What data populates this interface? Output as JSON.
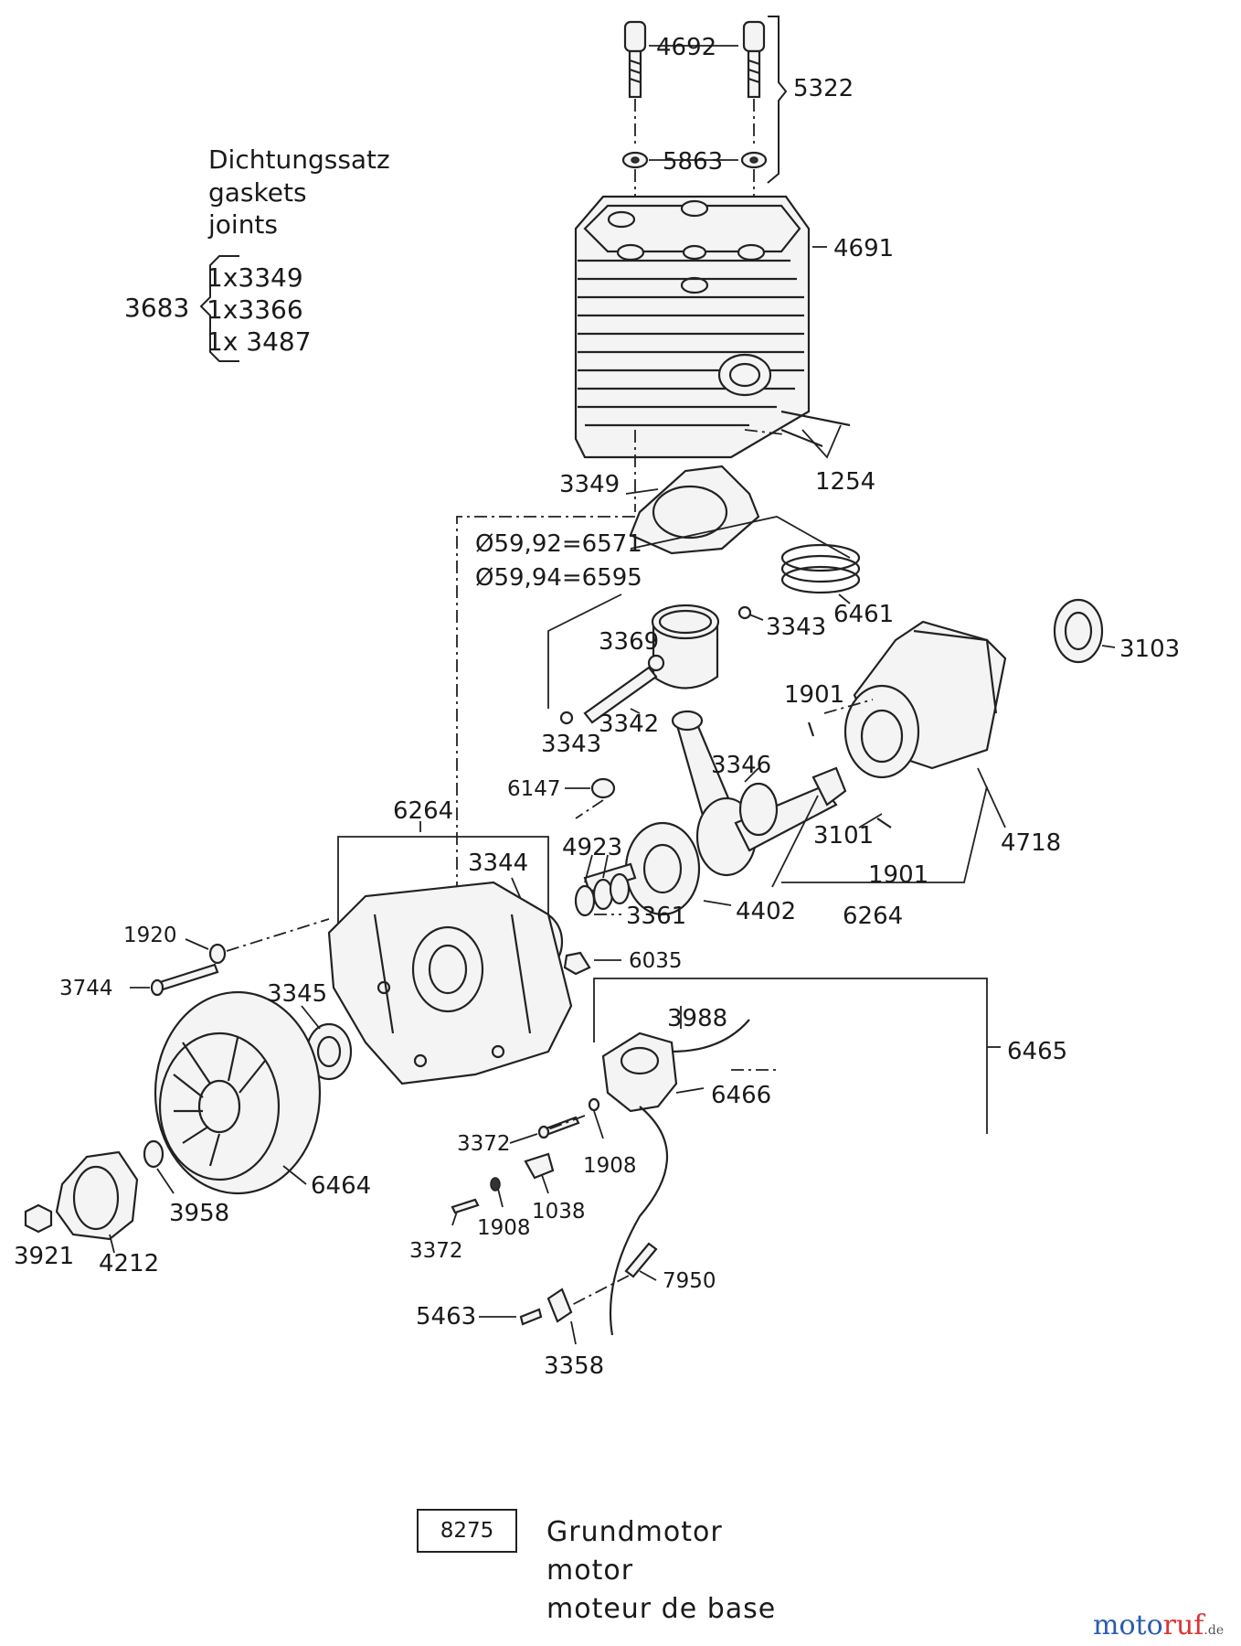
{
  "gasket_kit": {
    "title_lines": [
      "Dichtungssatz",
      "gaskets",
      "joints"
    ],
    "number": "3683",
    "items": [
      "1x3349",
      "1x3366",
      "1x 3487"
    ]
  },
  "labels": {
    "p4692": "4692",
    "p5322": "5322",
    "p5863": "5863",
    "p4691": "4691",
    "p1254": "1254",
    "p3349": "3349",
    "p6571": "Ø59,92=6571",
    "p6595": "Ø59,94=6595",
    "p6461": "6461",
    "p3343a": "3343",
    "p3103": "3103",
    "p3369": "3369",
    "p3342": "3342",
    "p3343b": "3343",
    "p1901a": "1901",
    "p3346": "3346",
    "p6147": "6147",
    "p6264a": "6264",
    "p4923": "4923",
    "p3344": "3344",
    "p3101": "3101",
    "p4718": "4718",
    "p1901b": "1901",
    "p3361": "3361",
    "p4402": "4402",
    "p6264b": "6264",
    "p1920": "1920",
    "p6035": "6035",
    "p3744": "3744",
    "p3345": "3345",
    "p3988": "3988",
    "p6465": "6465",
    "p6466": "6466",
    "p3372a": "3372",
    "p1908a": "1908",
    "p6464": "6464",
    "p3958": "3958",
    "p1038": "1038",
    "p1908b": "1908",
    "p3921": "3921",
    "p4212": "4212",
    "p3372b": "3372",
    "p7950": "7950",
    "p5463": "5463",
    "p3358": "3358"
  },
  "title_block": {
    "number": "8275",
    "lines": [
      "Grundmotor",
      "motor",
      "moteur de base"
    ]
  },
  "watermark": {
    "part1": "moto",
    "part2": "ruf",
    "part3": ".de"
  }
}
